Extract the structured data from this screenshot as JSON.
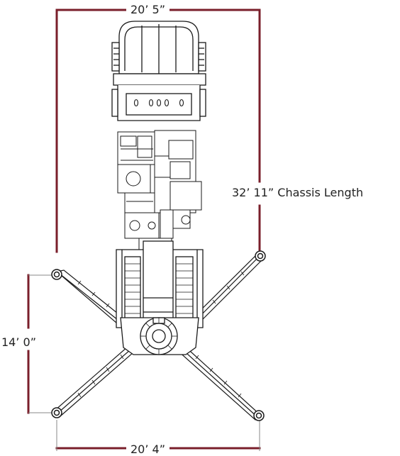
{
  "dimensions": {
    "top_width": "20’ 5”",
    "chassis_length": "32’ 11” Chassis Length",
    "outrigger_length": "14’ 0”",
    "bottom_width": "20’ 4”"
  },
  "colors": {
    "dimension_line": "#7a1f2b",
    "drawing_line": "#1a1a1a",
    "background": "#ffffff"
  }
}
